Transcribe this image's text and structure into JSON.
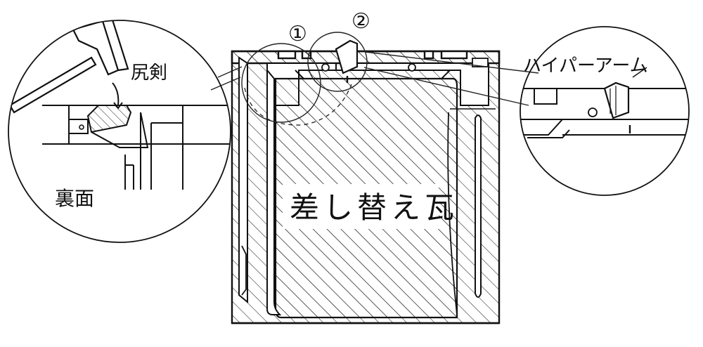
{
  "main_tile": {
    "label": "差し替え瓦"
  },
  "left_detail": {
    "part_label": "尻剣",
    "side_label": "裏面",
    "step_number": "①"
  },
  "right_detail": {
    "part_label": "ハイパーアーム",
    "step_number": "②"
  }
}
